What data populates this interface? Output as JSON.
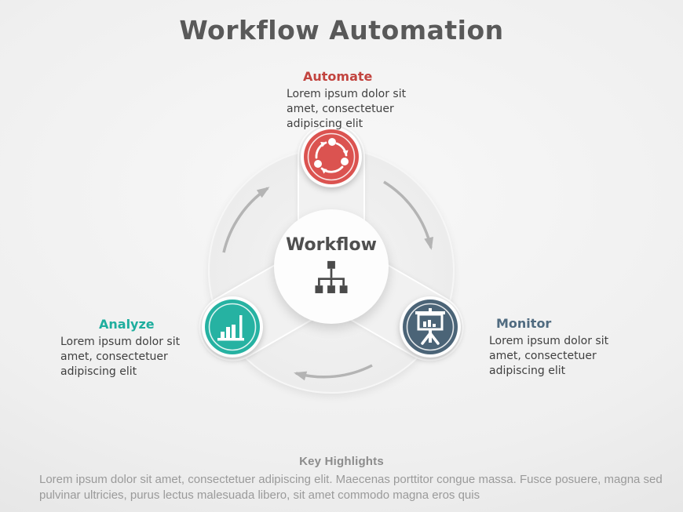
{
  "title": "Workflow Automation",
  "hub": {
    "label": "Workflow",
    "icon": "org-chart-icon",
    "icon_color": "#4a4a4a"
  },
  "nodes": [
    {
      "id": "automate",
      "label": "Automate",
      "description": "Lorem ipsum dolor sit amet, consectetuer adipiscing elit",
      "color": "#db5350",
      "label_color": "#c2443f",
      "icon": "cycle-arrows-icon",
      "position": "top"
    },
    {
      "id": "analyze",
      "label": "Analyze",
      "description": "Lorem ipsum dolor sit amet, consectetuer adipiscing elit",
      "color": "#26b2a2",
      "label_color": "#1fae9e",
      "icon": "bar-chart-icon",
      "position": "bottom-left"
    },
    {
      "id": "monitor",
      "label": "Monitor",
      "description": "Lorem ipsum dolor sit amet, consectetuer adipiscing elit",
      "color": "#4b6477",
      "label_color": "#506b80",
      "icon": "presentation-board-icon",
      "position": "bottom-right"
    }
  ],
  "diagram": {
    "direction": "clockwise",
    "arrow_color": "#b4b4b4",
    "ring_fill": "#ebebeb",
    "spoke_fill": "#f1f1f1"
  },
  "footer": {
    "heading": "Key Highlights",
    "text": "Lorem ipsum dolor sit amet, consectetuer adipiscing elit. Maecenas porttitor congue massa. Fusce posuere, magna sed pulvinar ultricies, purus lectus malesuada libero, sit amet commodo magna eros quis"
  }
}
